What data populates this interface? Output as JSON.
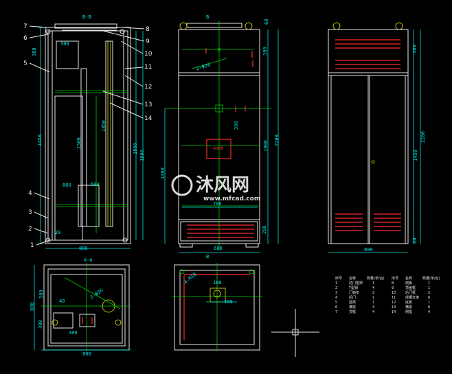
{
  "views": {
    "section_title": "B-B",
    "section_aa": "A-A",
    "section_b_mark": "B",
    "section_a_mark": "A"
  },
  "callouts": [
    "1",
    "2",
    "3",
    "4",
    "5",
    "6",
    "7",
    "8",
    "9",
    "10",
    "11",
    "12",
    "13",
    "14"
  ],
  "dims": {
    "d_2200a": "2200",
    "d_1980": "1980",
    "d_1450": "1450",
    "d_1860": "1860",
    "d_1850": "1850",
    "d_1800": "1800",
    "d_1500": "1500",
    "d_500": "500",
    "d_560": "560",
    "d_860": "860",
    "d_800a": "800",
    "d_800b": "800",
    "d_800c": "800",
    "d_800d": "800",
    "d_700": "700",
    "d_600a": "600",
    "d_380": "380",
    "d_280": "280",
    "d_60": "60",
    "d_80": "80",
    "d_20": "20",
    "d_40": "40",
    "d_160": "160",
    "d_300": "300",
    "d_350": "350",
    "d_2200b": "2200",
    "d_1490": "1490",
    "d_180": "180",
    "d_4m10": "4-M10",
    "d_4phi": "2-Φ26"
  },
  "labels": {
    "name_plate": "名牌框"
  },
  "parts_table": {
    "headers": [
      "序号",
      "名称",
      "数量(单/台)",
      "序号",
      "名称",
      "数量(单/台)"
    ],
    "rows": [
      [
        "1",
        "前门框架",
        "1",
        "8",
        "侧板",
        "1"
      ],
      [
        "2",
        "T型铜",
        "4",
        "9",
        "顶盖框",
        "1"
      ],
      [
        "3",
        "门锁扣",
        "2",
        "10",
        "后门框",
        "2"
      ],
      [
        "4",
        "后门",
        "1",
        "11",
        "线槽支架",
        "6"
      ],
      [
        "5",
        "竖梁",
        "1",
        "12",
        "底板",
        "1"
      ],
      [
        "6",
        "横梁",
        "4",
        "13",
        "横梁",
        "6"
      ],
      [
        "7",
        "顶框",
        "4",
        "14",
        "侧框",
        "4"
      ]
    ]
  },
  "watermark": {
    "cn": "沐风网",
    "url": "www.mfcad.com"
  }
}
